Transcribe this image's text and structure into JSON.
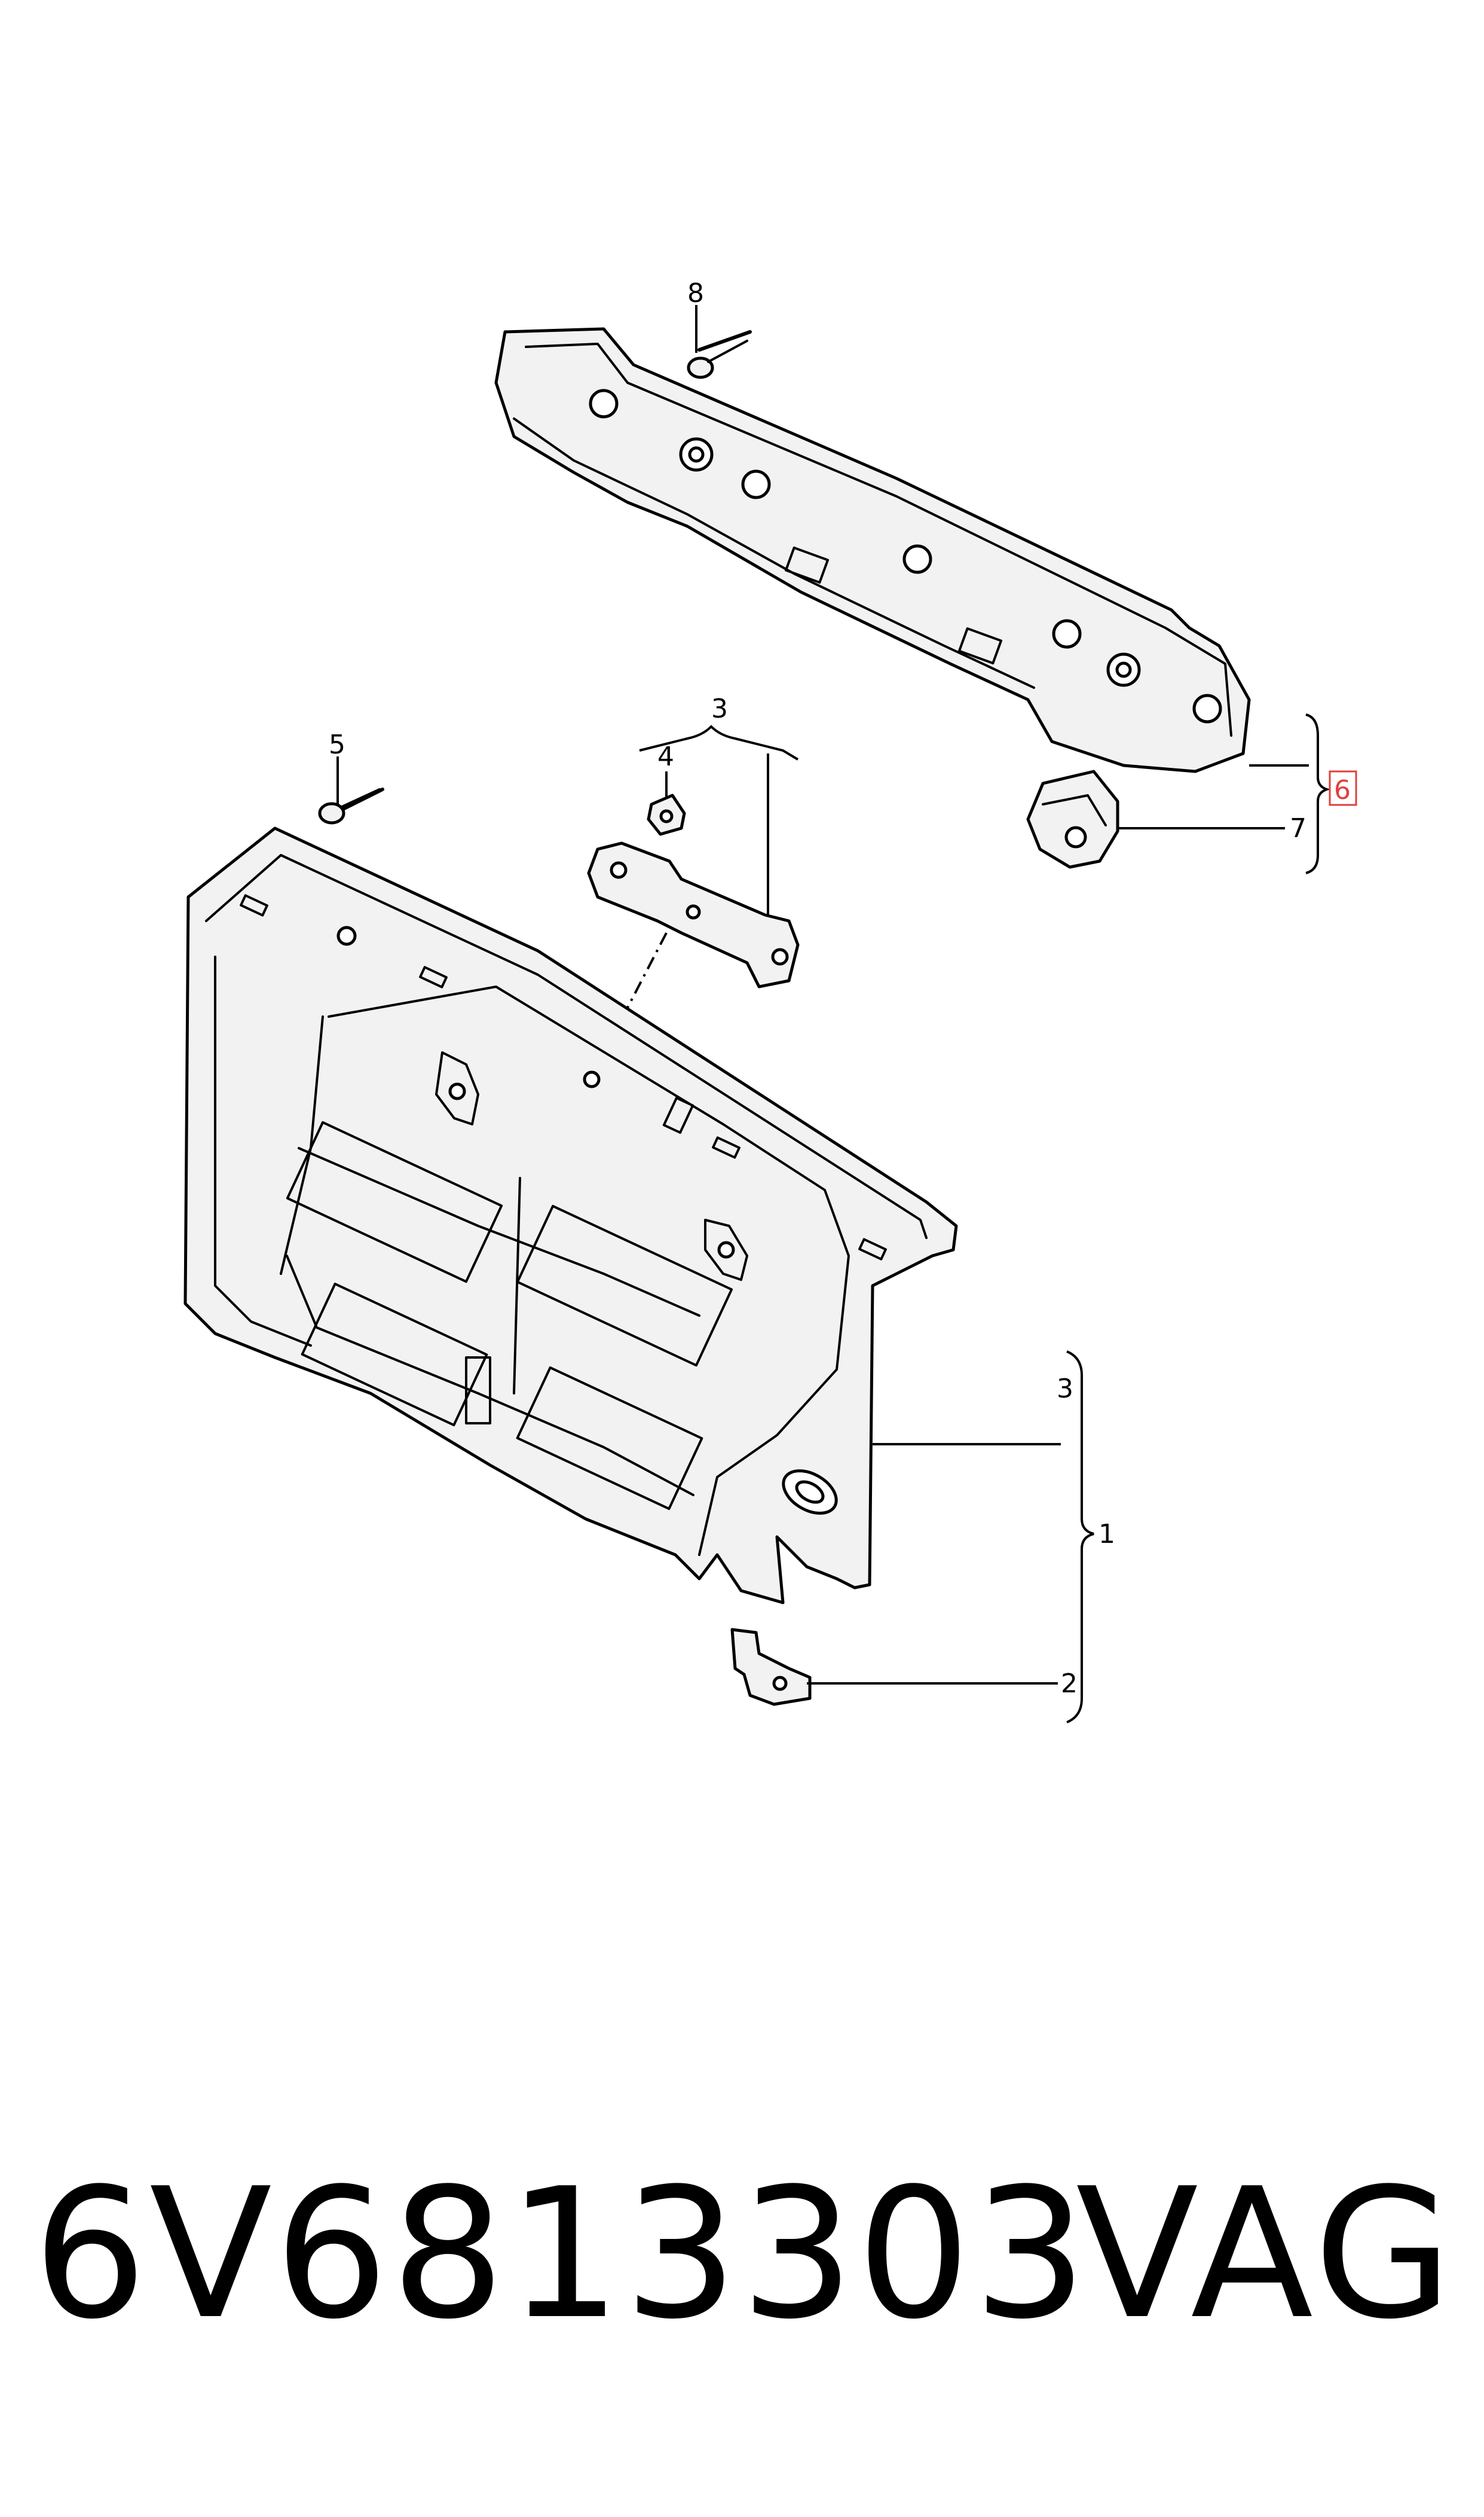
{
  "callouts": {
    "c1": "1",
    "c2": "2",
    "c3_top": "3",
    "c3_side": "3",
    "c4": "4",
    "c5": "5",
    "c6": "6",
    "c7": "7",
    "c8": "8"
  },
  "highlight_color": "#e0403a",
  "footer": {
    "part_number": "6V6813303",
    "brand": "VAG"
  }
}
